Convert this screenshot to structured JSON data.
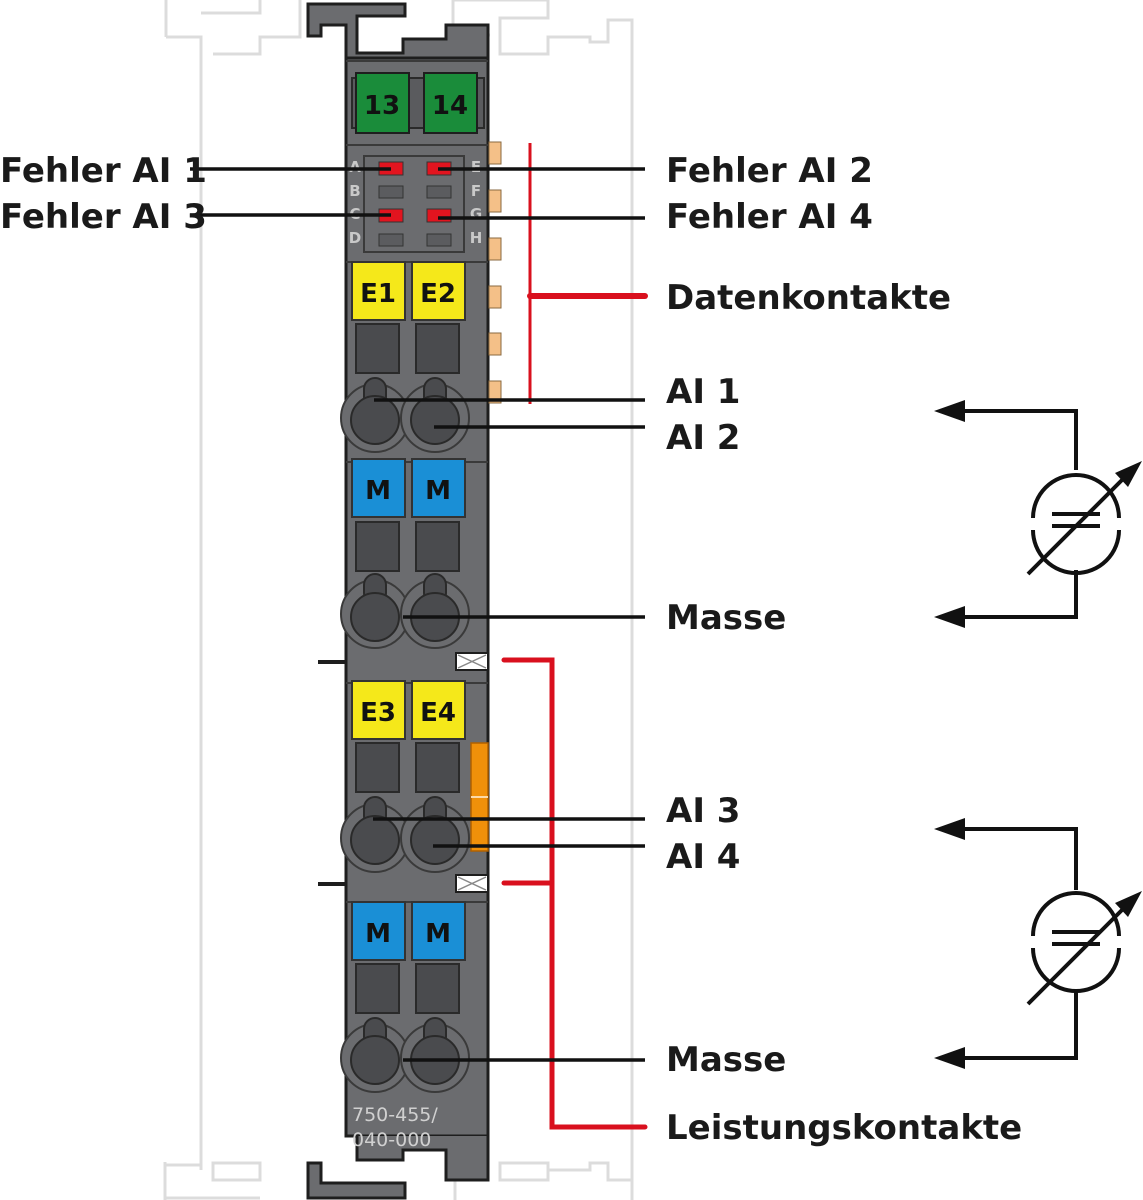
{
  "module": {
    "part_number_line1": "750-455/",
    "part_number_line2": "040-000",
    "top_markers": [
      "13",
      "14"
    ],
    "led_letters_left": [
      "A",
      "B",
      "C",
      "D"
    ],
    "led_letters_right": [
      "E",
      "F",
      "G",
      "H"
    ],
    "led_states": {
      "A": "red",
      "B": "off",
      "C": "red",
      "D": "off",
      "E": "red",
      "F": "off",
      "G": "red",
      "H": "off"
    },
    "group1_markers": [
      "E1",
      "E2"
    ],
    "group1_ground_markers": [
      "M",
      "M"
    ],
    "group2_markers": [
      "E3",
      "E4"
    ],
    "group2_ground_markers": [
      "M",
      "M"
    ]
  },
  "labels": {
    "fehler_ai1": "Fehler AI 1",
    "fehler_ai2": "Fehler AI 2",
    "fehler_ai3": "Fehler AI 3",
    "fehler_ai4": "Fehler AI 4",
    "datenkontakte": "Datenkontakte",
    "ai1": "AI 1",
    "ai2": "AI 2",
    "masse1": "Masse",
    "ai3": "AI 3",
    "ai4": "AI 4",
    "masse2": "Masse",
    "leistungskontakte": "Leistungskontakte"
  },
  "colors": {
    "housing": "#6b6c6f",
    "housing_dark": "#4a4b4e",
    "outline": "#1e1e1e",
    "marker_green": "#1a8c3a",
    "marker_yellow": "#f5e81a",
    "marker_blue": "#1a8fd6",
    "led_red": "#e2141f",
    "led_off": "#5b5c5f",
    "contact": "#f4c088",
    "power_bar": "#f0900a",
    "red_bracket": "#d9101e",
    "rail_ghost": "#dcdcdc"
  },
  "sensor_symbol": {
    "name": "variable current/voltage source",
    "count": 2
  }
}
